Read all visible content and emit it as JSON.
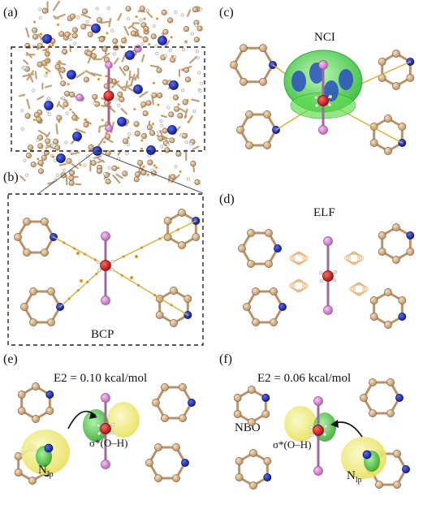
{
  "panels": {
    "a": {
      "label": "(a)"
    },
    "b": {
      "label": "(b)",
      "caption": "BCP"
    },
    "c": {
      "label": "(c)",
      "caption": "NCI"
    },
    "d": {
      "label": "(d)",
      "caption": "ELF"
    },
    "e": {
      "label": "(e)",
      "energy": "E2 = 0.10 kcal/mol",
      "orbital": "σ*(O–H)",
      "lonepair": "N",
      "lonepair_sub": "lp"
    },
    "f": {
      "label": "(f)",
      "energy": "E2 = 0.06 kcal/mol",
      "orbital": "σ*(O–H)",
      "lonepair": "N",
      "lonepair_sub": "lp",
      "side_label": "NBO"
    }
  },
  "colors": {
    "carbon": "#d7b58c",
    "nitrogen": "#1b2bb0",
    "iodine": "#d98ad8",
    "oxygen": "#d41818",
    "bcp": "#e0922a",
    "nci_green": "#3fd14a",
    "nci_blue": "#2a4fc0",
    "elf_lobe": "#e8b57e",
    "nbo_yellow": "#f4f07a",
    "nbo_green": "#3fbf3a"
  }
}
